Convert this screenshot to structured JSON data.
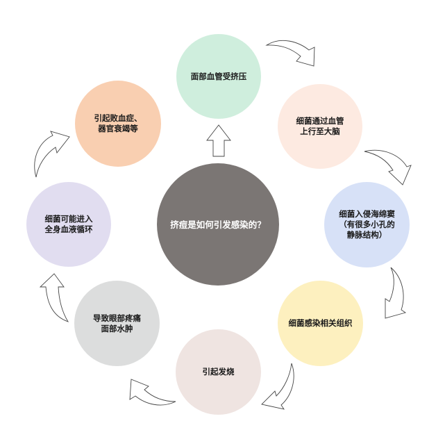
{
  "diagram": {
    "title": "挤痘是如何引发感染的？",
    "center": {
      "label": "挤痘是如何引发感染的？",
      "color": "#7b7674"
    },
    "steps": [
      {
        "label": "面部血管受挤压",
        "color": "#cfeedd"
      },
      {
        "label": "细菌通过血管\n上行至大脑",
        "color": "#fdeae1"
      },
      {
        "label": "细菌入侵海绵窦\n（有很多小孔的\n静脉结构）",
        "color": "#d7e1f7"
      },
      {
        "label": "细菌感染相关组织",
        "color": "#fdf0bf"
      },
      {
        "label": "引起发烧",
        "color": "#efe4e1"
      },
      {
        "label": "导致眼部疼痛\n面部水肿",
        "color": "#dcdddd"
      },
      {
        "label": "细菌可能进入\n全身血液循环",
        "color": "#e1ddf0"
      },
      {
        "label": "引起败血症、\n器官衰竭等",
        "color": "#f9cfb1"
      }
    ],
    "arrows": [
      "center-to-step1",
      "step1-to-step2",
      "step2-to-step3",
      "step3-to-step4",
      "step4-to-step5",
      "step5-to-step6",
      "step6-to-step7",
      "step7-to-step8"
    ]
  }
}
